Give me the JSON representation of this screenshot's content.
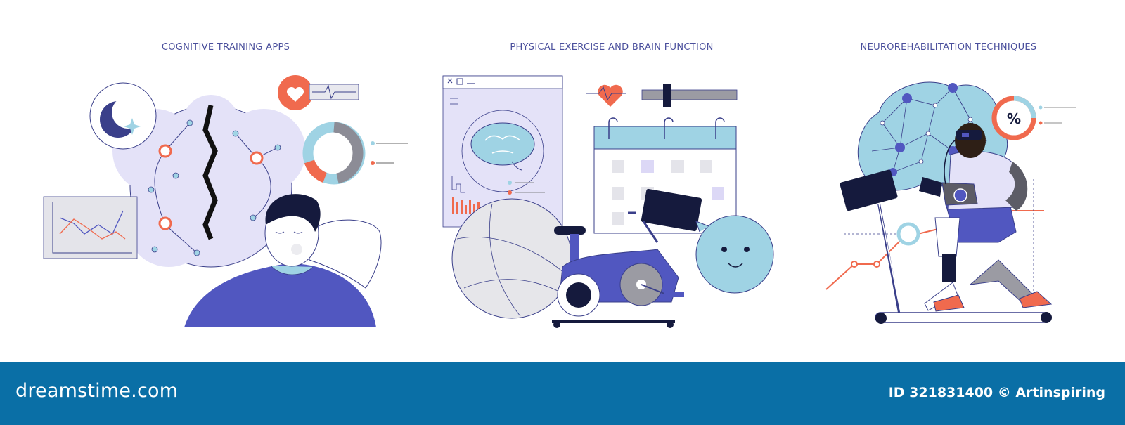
{
  "panels": [
    {
      "title": "COGNITIVE TRAINING APPS",
      "heart_icon": "heart-icon",
      "moon_icon": "moon-icon"
    },
    {
      "title": "PHYSICAL EXERCISE AND BRAIN FUNCTION",
      "heart_icon": "heart-icon",
      "calendar_icon": "calendar-icon"
    },
    {
      "title": "NEUROREHABILITATION TECHNIQUES",
      "badge": "%"
    }
  ],
  "footer": {
    "brand": "dreamstime.com",
    "credit": "ID 321831400 © Artinspiring"
  },
  "colors": {
    "navy": "#4a4f9c",
    "lavender": "#e4e2f8",
    "blue_mid": "#5157c0",
    "salmon": "#f06a4e",
    "light_blue": "#9fd3e4",
    "footer_bg": "#0a6fa6"
  }
}
